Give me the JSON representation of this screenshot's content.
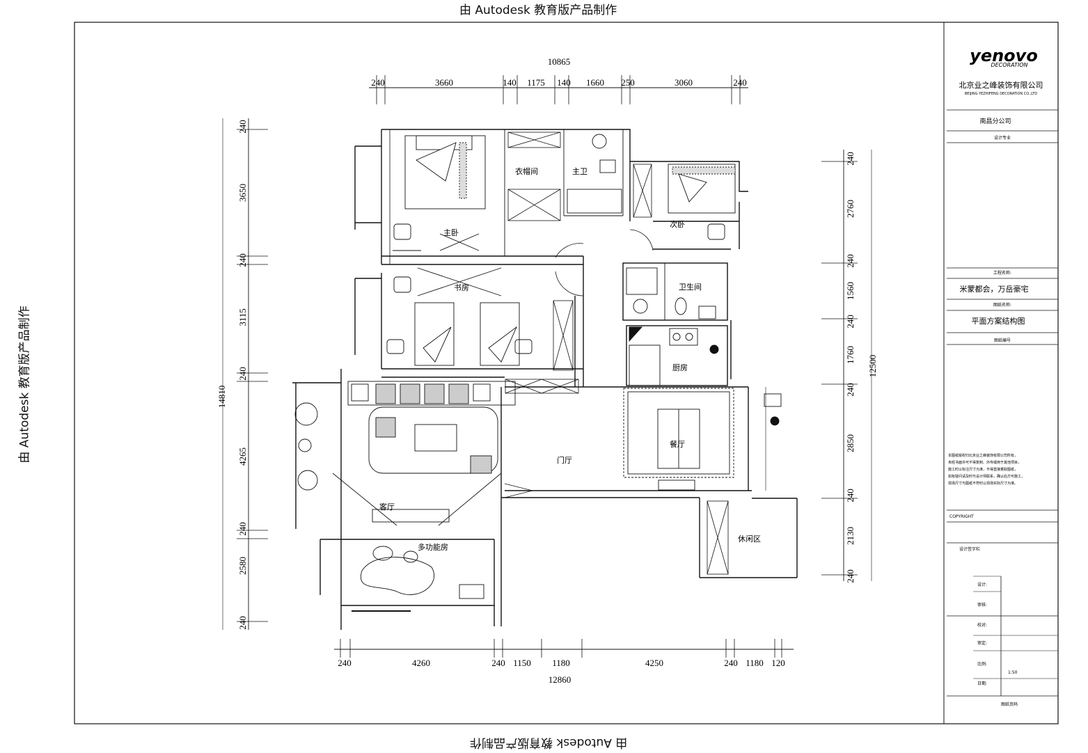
{
  "watermark": "由 Autodesk 教育版产品制作",
  "logo": {
    "brand": "yenovo",
    "sub": "DECORATION"
  },
  "title_block": {
    "company": "北京业之峰装饰有限公司",
    "company_en": "BEIJING YEZHIFENG DECORATION CO.,LTD",
    "branch": "南昌分公司",
    "designer_label": "设计专业",
    "project_label": "工程名称:",
    "project_name": "米蒙都会，万岳豪宅",
    "drawing_label": "图纸名称:",
    "drawing_name": "平面方案结构图",
    "drawing_no_label": "图纸编号",
    "notes": [
      "本图纸版权归北京业之峰装饰有限公司所有，",
      "未经书面许可不得复制、外传或用于其他项目，",
      "施工时以标注尺寸为准，不得直接量取图纸，",
      "如有疑问请及时与设计师联系，确认后方可施工，",
      "现场尺寸与图纸不符时以现场实际尺寸为准。"
    ],
    "copy_label": "COPYRIGHT",
    "sign_label": "设计签字栏",
    "roles": [
      "设计:",
      "审核:",
      "校对:",
      "审定:",
      "比例:",
      "日期:"
    ],
    "scale": "1:50",
    "page_label": "图纸页码"
  },
  "dims": {
    "top_total": "10865",
    "top": [
      "240",
      "3660",
      "140",
      "1175",
      "140",
      "1660",
      "250",
      "3060",
      "240"
    ],
    "bottom_total": "12860",
    "bottom": [
      "240",
      "4260",
      "240",
      "1150",
      "1180",
      "4250",
      "240",
      "1180",
      "120"
    ],
    "left_total": "14810",
    "left": [
      "240",
      "3650",
      "240",
      "3115",
      "240",
      "4265",
      "240",
      "2580",
      "240"
    ],
    "right_total": "12500",
    "right": [
      "240",
      "2760",
      "240",
      "1560",
      "240",
      "1760",
      "240",
      "2850",
      "240",
      "2130",
      "240"
    ]
  },
  "rooms": {
    "master": "主卧",
    "cloak": "衣帽间",
    "master_bath": "主卫",
    "second": "次卧",
    "study": "书房",
    "bath": "卫生间",
    "kitchen": "厨房",
    "living": "客厅",
    "foyer": "门厅",
    "dining": "餐厅",
    "leisure": "休闲区",
    "multi": "多功能房"
  }
}
